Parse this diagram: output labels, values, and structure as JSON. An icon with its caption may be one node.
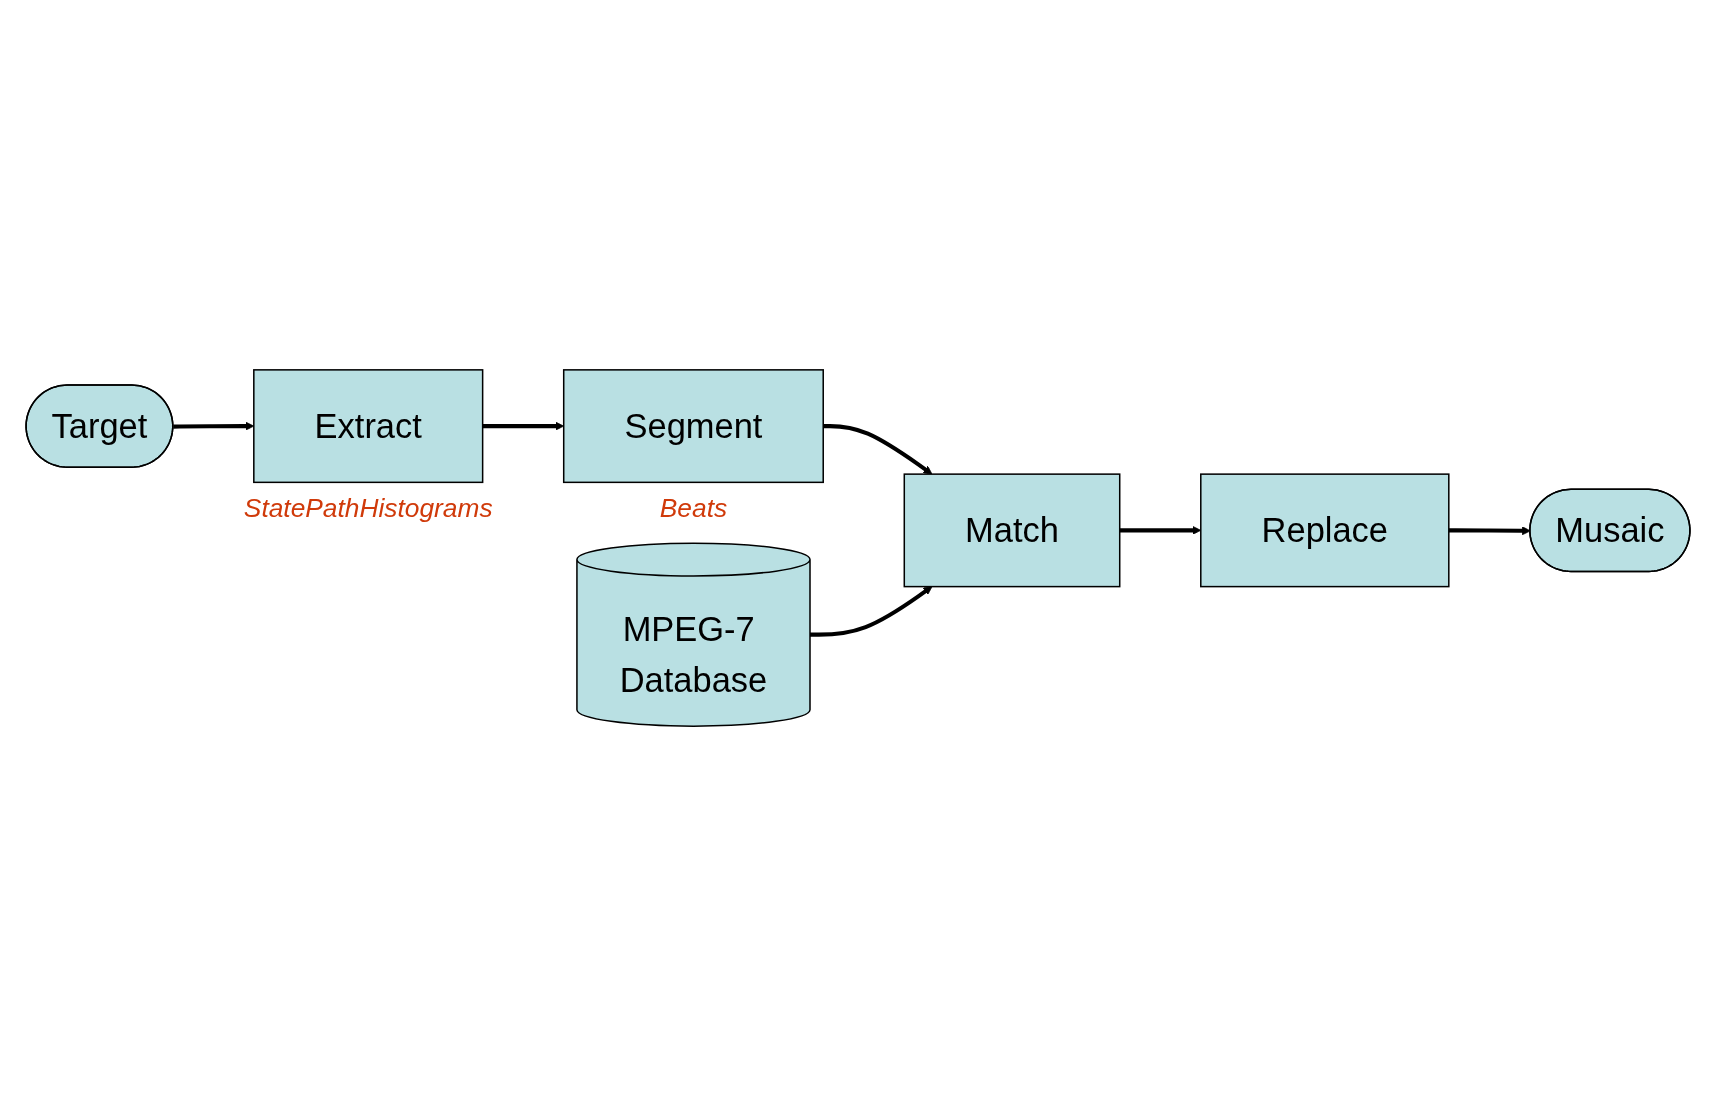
{
  "diagram": {
    "nodes": [
      {
        "text": [
          "MPEG-7 Database"
        ]
      },
      {
        "text": [
          "Target"
        ]
      },
      {
        "text": [
          "Extract"
        ],
        "beside": [
          "StatePathHistograms"
        ]
      },
      {
        "text": [
          "Segment"
        ],
        "beside": [
          "Beats"
        ]
      },
      {
        "text": [
          "Match"
        ]
      },
      {
        "text": [
          "Replace"
        ]
      },
      {
        "text": [
          "Musaic"
        ]
      }
    ],
    "edges": [
      {
        "from": 1,
        "to": 2,
        "arrow": "to"
      },
      {
        "from": 2,
        "to": 3,
        "arrow": "to"
      },
      {
        "from": 3,
        "to": 4,
        "arrow": "to"
      },
      {
        "from": 0,
        "to": 4,
        "arrow": "to"
      },
      {
        "from": 4,
        "to": 5,
        "arrow": "to"
      },
      {
        "from": 5,
        "to": 6,
        "arrow": "to"
      }
    ]
  }
}
